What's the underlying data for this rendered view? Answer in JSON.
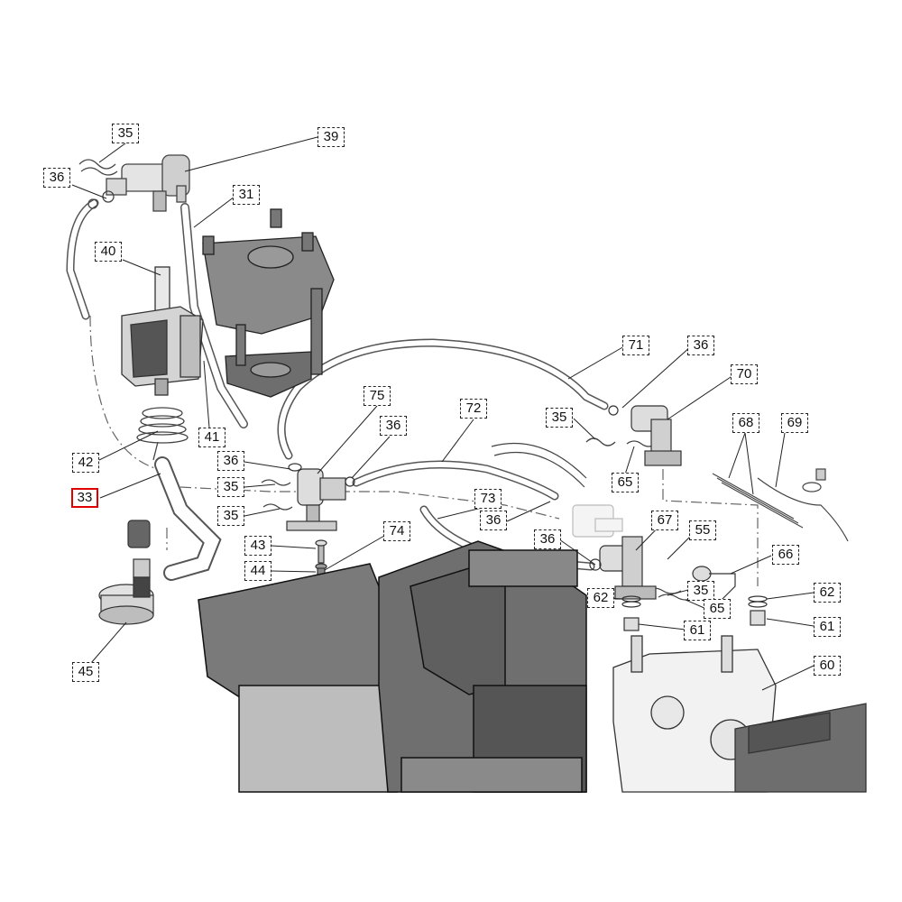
{
  "labels": {
    "l35a": "35",
    "l39": "39",
    "l36a": "36",
    "l31": "31",
    "l40": "40",
    "l41": "41",
    "l42": "42",
    "l33": "33",
    "l36b": "36",
    "l35b": "35",
    "l35c": "35",
    "l75": "75",
    "l36c": "36",
    "l72": "72",
    "l71": "71",
    "l36d": "36",
    "l70": "70",
    "l35d": "35",
    "l65a": "65",
    "l68": "68",
    "l69": "69",
    "l73": "73",
    "l36e": "36",
    "l74": "74",
    "l43": "43",
    "l44": "44",
    "l45": "45",
    "l36f": "36",
    "l67": "67",
    "l55": "55",
    "l66": "66",
    "l62a": "62",
    "l35e": "35",
    "l65b": "65",
    "l62b": "62",
    "l61a": "61",
    "l61b": "61",
    "l60": "60"
  },
  "highlight_color": "#e00000"
}
